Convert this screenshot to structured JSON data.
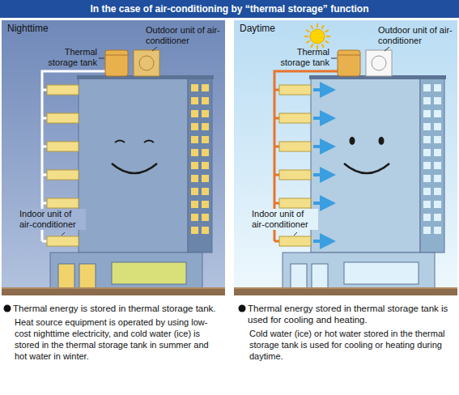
{
  "diagram": {
    "title": "In the case of air-conditioning by “thermal storage” function",
    "nodes": [
      {
        "text": [
          "Nighttime"
        ]
      },
      {
        "text": [
          "Daytime"
        ]
      }
    ],
    "labels": [
      "Outdoor unit of air-conditioner",
      "Thermal storage tank",
      "Indoor unit of air-conditioner",
      "Outdoor unit of air-conditioner",
      "Thermal storage tank",
      "Indoor unit of air-conditioner",
      "Thermal energy is stored in thermal storage tank.",
      "Heat source equipment is operated by using low-cost nighttime electricity, and cold water (ice) is stored in the thermal storage tank in summer and hot water in winter.",
      "Thermal energy stored in thermal storage tank is used for cooling and heating.",
      "Cold water (ice) or hot water stored in the thermal storage tank is used for cooling or heating during daytime."
    ]
  }
}
